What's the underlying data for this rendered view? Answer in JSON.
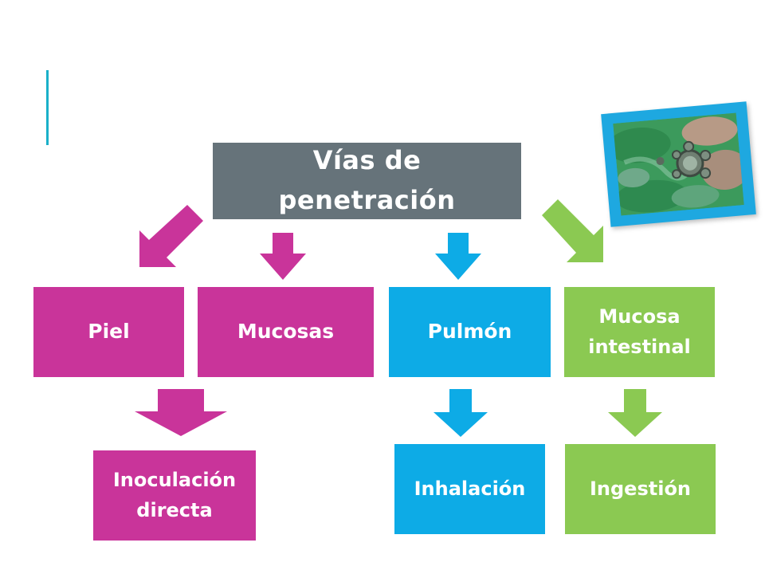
{
  "colors": {
    "magenta": "#c9349a",
    "blue": "#0dabe6",
    "green": "#8bc952",
    "gray": "#66737a",
    "accent": "#1ab0c9"
  },
  "diagram": {
    "root": "Vías de penetración",
    "level1": [
      "Piel",
      "Mucosas",
      "Pulmón",
      "Mucosa\nintestinal"
    ],
    "level2": [
      "Inoculación\ndirecta",
      "Inhalación",
      "Ingestión"
    ]
  },
  "photo": {
    "description_icon": "microscope-image"
  }
}
